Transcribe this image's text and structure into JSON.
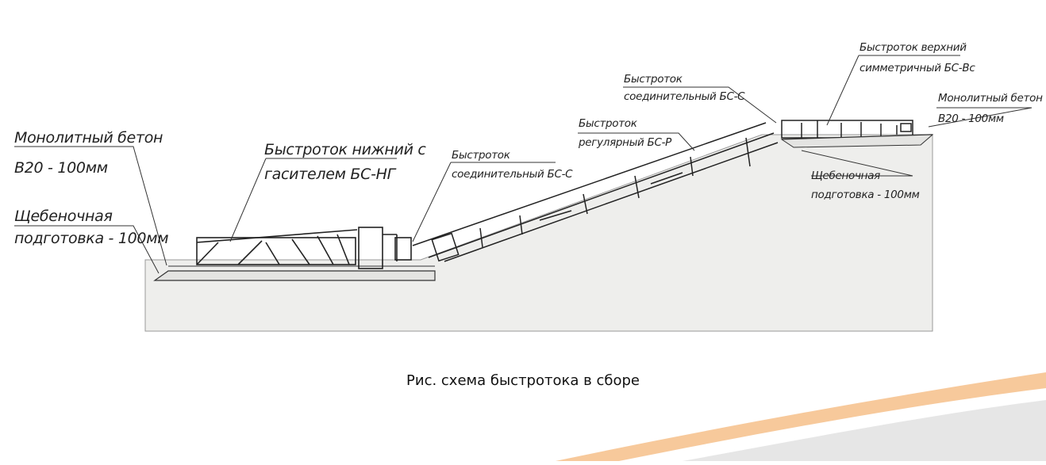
{
  "colors": {
    "ground_fill": "#eeeeec",
    "line": "#333333",
    "swoosh_orange": "#f6c089",
    "swoosh_gray": "#dedede"
  },
  "diagram": {
    "labels": {
      "top_right_flume": {
        "line1": "Быстроток верхний",
        "line2": "симметричный БС-Вс"
      },
      "connect_top": {
        "line1": "Быстроток",
        "line2": "соединительный БС-С"
      },
      "concrete_right": {
        "line1": "Монолитный бетон",
        "line2": "B20 - 100мм"
      },
      "regular": {
        "line1": "Быстроток",
        "line2": "регулярный БС-Р"
      },
      "gravel_right": {
        "line1": "Щебеночная",
        "line2": "подготовка - 100мм"
      },
      "concrete_left": {
        "line1": "Монолитный бетон",
        "line2": "B20 - 100мм"
      },
      "lower_flume": {
        "line1": "Быстроток нижний с",
        "line2": "гасителем БС-НГ"
      },
      "connect_bottom": {
        "line1": "Быстроток",
        "line2": "соединительный БС-С"
      },
      "gravel_left": {
        "line1": "Щебеночная",
        "line2": "подготовка - 100мм"
      }
    }
  },
  "caption": "Рис. схема быстротока в сборе"
}
